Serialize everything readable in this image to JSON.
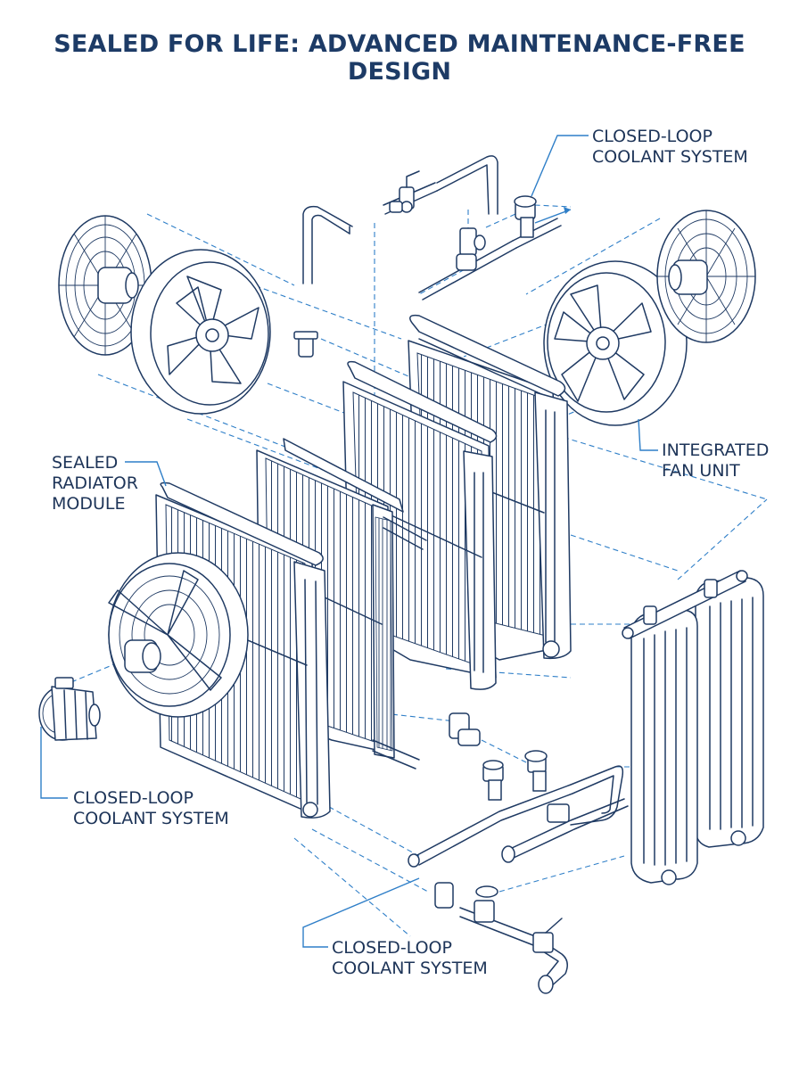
{
  "title": "SEALED FOR LIFE: ADVANCED MAINTENANCE-FREE DESIGN",
  "labels": {
    "coolant_top": "CLOSED-LOOP\nCOOLANT SYSTEM",
    "fan": "INTEGRATED\nFAN UNIT",
    "radiator": "SEALED\nRADIATOR\nMODULE",
    "coolant_left": "CLOSED-LOOP\nCOOLANT SYSTEM",
    "coolant_bottom": "CLOSED-LOOP\nCOOLANT SYSTEM"
  },
  "colors": {
    "ink": "#1f3a63",
    "leader": "#2f7fc8",
    "title": "#1d3b66"
  }
}
